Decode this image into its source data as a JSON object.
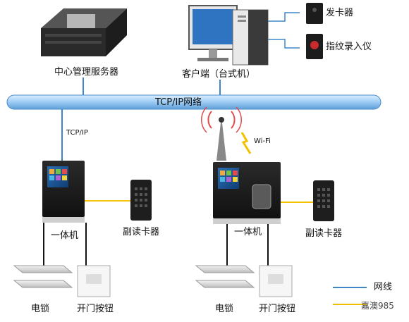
{
  "nodes": {
    "server": "中心管理服务器",
    "client": "客户端（台式机）",
    "card_issuer": "发卡器",
    "fingerprint_enroller": "指纹录入仪",
    "network_bus": "TCP/IP网络",
    "terminal_left": "一体机",
    "terminal_right": "一体机",
    "reader_left": "副读卡器",
    "reader_right": "副读卡器",
    "lock_left": "电锁",
    "lock_right": "电锁",
    "button_left": "开门按钮",
    "button_right": "开门按钮"
  },
  "links": {
    "left_uplink": "TCP/IP",
    "right_uplink": "Wi-Fi"
  },
  "legend": {
    "network_line": "网线",
    "signal_line": "",
    "network_color": "#3f86c8",
    "signal_color": "#f2c200"
  },
  "watermark": "嘉澳985"
}
